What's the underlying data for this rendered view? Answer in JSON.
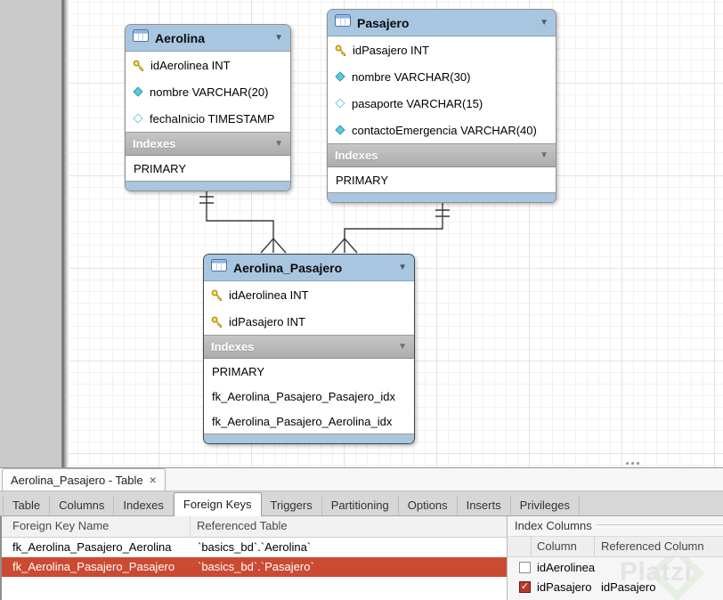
{
  "colors": {
    "table_header_blue": "#a8c6e0",
    "indexes_bar_gray": "#adadad",
    "selected_row_red": "#cb4a32",
    "checkbox_checked_red": "#b93a2b",
    "canvas_margin_gray": "#c9c9c9"
  },
  "icons": {
    "collapse": "▼",
    "close": "×",
    "check": "✓"
  },
  "diagram": {
    "indexes_section_label": "Indexes",
    "tables": [
      {
        "name": "Aerolina",
        "columns": [
          {
            "icon": "key",
            "text": "idAerolinea INT"
          },
          {
            "icon": "diamond-filled",
            "text": "nombre VARCHAR(20)"
          },
          {
            "icon": "diamond-outline",
            "text": "fechaInicio TIMESTAMP"
          }
        ],
        "indexes": [
          "PRIMARY"
        ]
      },
      {
        "name": "Pasajero",
        "columns": [
          {
            "icon": "key",
            "text": "idPasajero INT"
          },
          {
            "icon": "diamond-filled",
            "text": "nombre VARCHAR(30)"
          },
          {
            "icon": "diamond-outline",
            "text": "pasaporte VARCHAR(15)"
          },
          {
            "icon": "diamond-filled",
            "text": "contactoEmergencia VARCHAR(40)"
          }
        ],
        "indexes": [
          "PRIMARY"
        ]
      },
      {
        "name": "Aerolina_Pasajero",
        "columns": [
          {
            "icon": "key",
            "text": "idAerolinea INT"
          },
          {
            "icon": "key",
            "text": "idPasajero INT"
          }
        ],
        "indexes": [
          "PRIMARY",
          "fk_Aerolina_Pasajero_Pasajero_idx",
          "fk_Aerolina_Pasajero_Aerolina_idx"
        ]
      }
    ],
    "relationships": [
      {
        "from": "Aerolina",
        "to": "Aerolina_Pasajero",
        "from_cardinality": "one-and-only-one",
        "to_cardinality": "many"
      },
      {
        "from": "Pasajero",
        "to": "Aerolina_Pasajero",
        "from_cardinality": "one-and-only-one",
        "to_cardinality": "many"
      }
    ]
  },
  "editor": {
    "doc_tab": {
      "title": "Aerolina_Pasajero - Table"
    },
    "tabs": [
      "Table",
      "Columns",
      "Indexes",
      "Foreign Keys",
      "Triggers",
      "Partitioning",
      "Options",
      "Inserts",
      "Privileges"
    ],
    "active_tab": "Foreign Keys",
    "fk_grid": {
      "headers": [
        "Foreign Key Name",
        "Referenced Table"
      ],
      "rows": [
        {
          "name": "fk_Aerolina_Pasajero_Aerolina",
          "ref": "`basics_bd`.`Aerolina`",
          "selected": false
        },
        {
          "name": "fk_Aerolina_Pasajero_Pasajero",
          "ref": "`basics_bd`.`Pasajero`",
          "selected": true
        }
      ]
    },
    "index_columns": {
      "label": "Index Columns",
      "headers": [
        "Column",
        "Referenced Column"
      ],
      "rows": [
        {
          "checked": false,
          "column": "idAerolinea",
          "referenced": ""
        },
        {
          "checked": true,
          "column": "idPasajero",
          "referenced": "idPasajero"
        }
      ]
    }
  },
  "watermark": {
    "text": "Platzi"
  }
}
